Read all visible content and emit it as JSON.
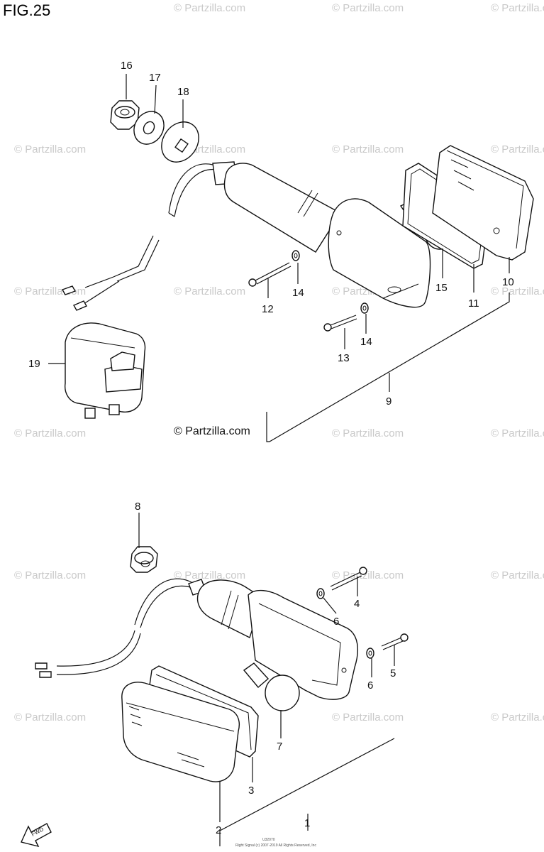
{
  "figure": {
    "title": "FIG.25",
    "watermark_text": "© Partzilla.com",
    "watermark_center": "© Partzilla.com",
    "footer_lines": [
      "U32070",
      "Right Signal (c) 2007-2019 All Rights Reserved, Inc"
    ],
    "fwd_label": "FWD"
  },
  "upper_assembly": {
    "callouts": [
      "16",
      "17",
      "18",
      "19",
      "12",
      "14",
      "13",
      "14",
      "15",
      "11",
      "10",
      "9"
    ]
  },
  "lower_assembly": {
    "callouts": [
      "8",
      "6",
      "4",
      "6",
      "5",
      "7",
      "3",
      "2",
      "1"
    ]
  },
  "colors": {
    "line": "#111111",
    "watermark": "#c9c9c9",
    "background": "#ffffff"
  }
}
